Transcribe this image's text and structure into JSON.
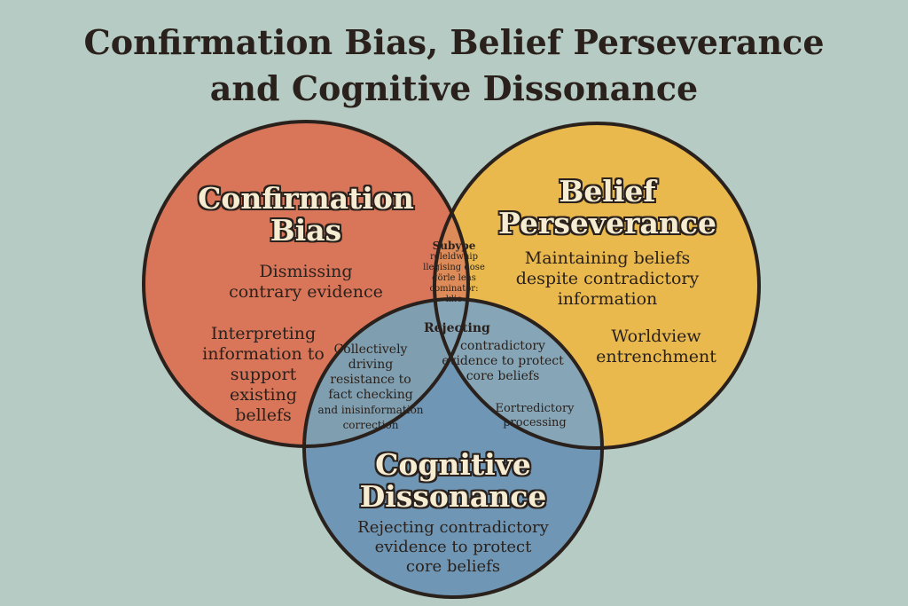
{
  "title": {
    "line1": "Confirmation Bias, Belief Perseverance",
    "line2": "and Cognitive Dissonance"
  },
  "colors": {
    "background": "#b5cbc4",
    "confirmation": "#d9765a",
    "belief": "#e9b94e",
    "dissonance": "#6f97b5",
    "outline": "#2a211c"
  },
  "confirmation_bias": {
    "heading1": "Confirmation",
    "heading2": "Bias",
    "item1_l1": "Dismissing",
    "item1_l2": "contrary evidence",
    "item2_l1": "Interpreting",
    "item2_l2": "information to",
    "item2_l3": "support",
    "item2_l4": "existing",
    "item2_l5": "bellefs"
  },
  "belief_perseverance": {
    "heading1": "Belief",
    "heading2": "Perseverance",
    "item1_l1": "Maintaining beliefs",
    "item1_l2": "despite contradictory",
    "item1_l3": "information",
    "item2_l1": "Worldview",
    "item2_l2": "entrenchment"
  },
  "cognitive_dissonance": {
    "heading1": "Cognitive",
    "heading2": "Dissonance",
    "item1_l1": "Rejecting contradictory",
    "item1_l2": "evidence to protect",
    "item1_l3": "core beliefs"
  },
  "overlap_cb_bp": {
    "heading": "Subype",
    "l1": "releldwhip",
    "l2": "llegising dose",
    "l3": "görle leas",
    "l4": "cominator: klio"
  },
  "overlap_cb_cd": {
    "l1": "Collectively",
    "l2": "driving",
    "l3": "resistance to",
    "l4": "fact checking",
    "l5": "and inisinformation",
    "l6": "correction"
  },
  "overlap_bp_cd": {
    "heading": "Rejecting",
    "l1": "contradictory",
    "l2": "evidence to protect",
    "l3": "core beliefs",
    "l4": "Eortredictory",
    "l5": "processing"
  }
}
